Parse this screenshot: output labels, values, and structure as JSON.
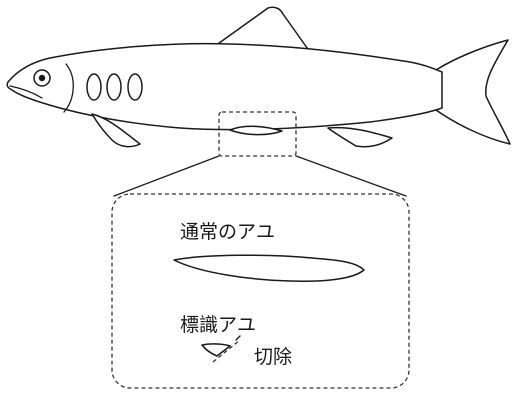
{
  "labels": {
    "normal_ayu": "通常のアユ",
    "tagged_ayu": "標識アユ",
    "fin_removed": "切除"
  }
}
